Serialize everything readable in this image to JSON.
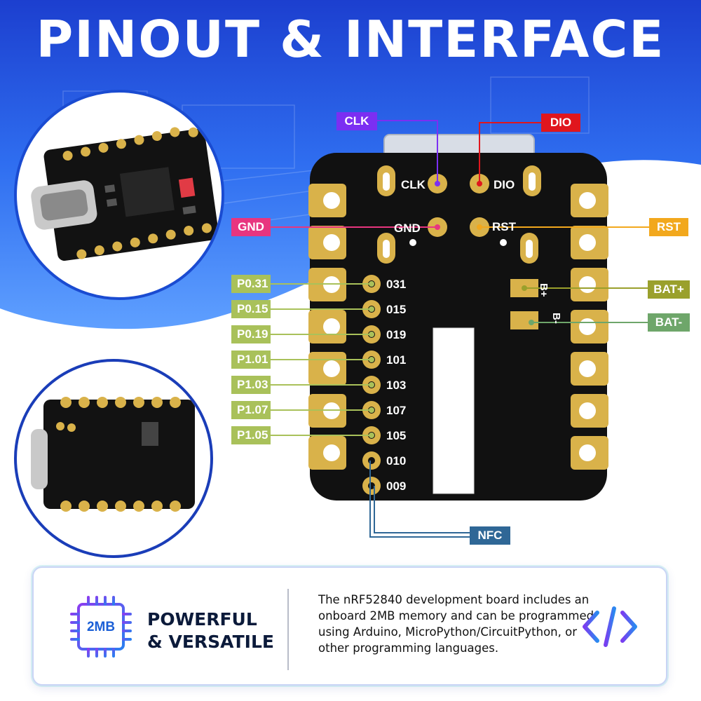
{
  "title": "PINOUT & INTERFACE",
  "board_labels": {
    "top_left": "CLK",
    "top_right": "DIO",
    "mid_left": "GND",
    "mid_right": "RST",
    "bat_plus": "B+",
    "bat_minus": "B-"
  },
  "pin_numbers": [
    "031",
    "015",
    "019",
    "101",
    "103",
    "107",
    "105",
    "010",
    "009"
  ],
  "tags": {
    "clk": {
      "label": "CLK",
      "color": "#7b2ff2"
    },
    "dio": {
      "label": "DIO",
      "color": "#e0161d"
    },
    "gnd": {
      "label": "GND",
      "color": "#e8357f"
    },
    "rst": {
      "label": "RST",
      "color": "#f2a81d"
    },
    "bat_plus": {
      "label": "BAT+",
      "color": "#9aa02c"
    },
    "bat_minus": {
      "label": "BAT-",
      "color": "#6ea66a"
    },
    "nfc": {
      "label": "NFC",
      "color": "#2f6796"
    },
    "left": [
      {
        "label": "P0.31",
        "color": "#a9c15a"
      },
      {
        "label": "P0.15",
        "color": "#a9c15a"
      },
      {
        "label": "P0.19",
        "color": "#a9c15a"
      },
      {
        "label": "P1.01",
        "color": "#a9c15a"
      },
      {
        "label": "P1.03",
        "color": "#a9c15a"
      },
      {
        "label": "P1.07",
        "color": "#a9c15a"
      },
      {
        "label": "P1.05",
        "color": "#a9c15a"
      }
    ]
  },
  "feature": {
    "chip_label": "2MB",
    "headline_line1": "POWERFUL",
    "headline_line2": "& VERSATILE",
    "description": "The nRF52840 development board includes an onboard 2MB memory and can be programmed using Arduino, MicroPython/CircuitPython, or other programming languages."
  },
  "colors": {
    "background_blue": "#1f54d6",
    "pcb": "#111111",
    "gold": "#d9b24a"
  }
}
